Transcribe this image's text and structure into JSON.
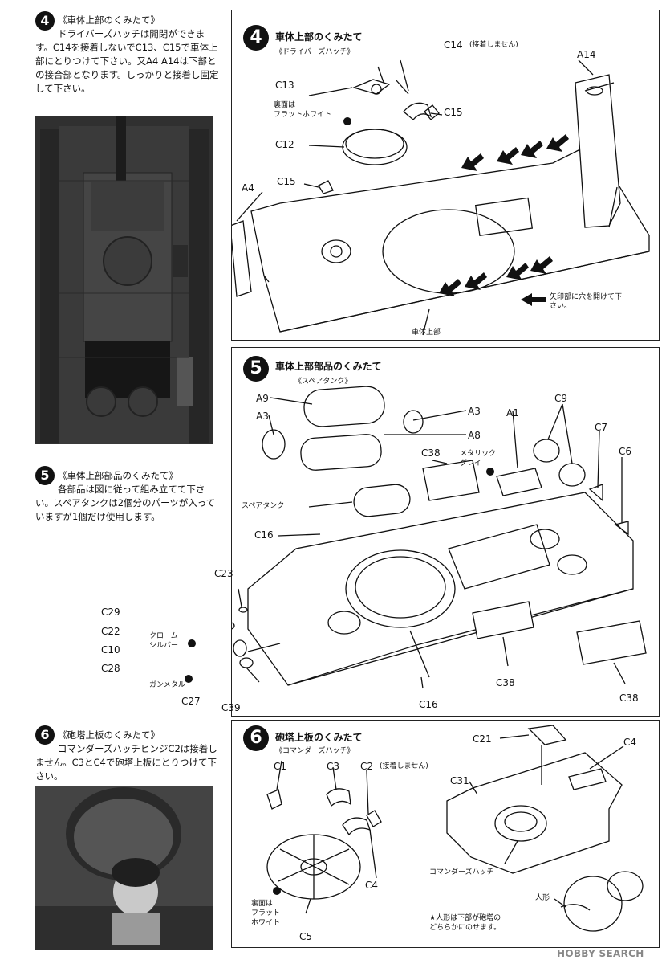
{
  "step4": {
    "num": "4",
    "left_title": "《車体上部のくみたて》",
    "left_text": "ドライバーズハッチは開閉ができます。C14を接着しないでC13、C15で車体上部にとりつけて下さい。又A4 A14は下部との接合部となります。しっかりと接着し固定して下さい。",
    "title": "車体上部のくみたて",
    "sub": "《ドライバーズハッチ》",
    "labels": {
      "c14": "C14",
      "c14_note": "(接着しません)",
      "a14": "A14",
      "c13": "C13",
      "back_note": "裏面は\nフラットホワイト",
      "c15a": "C15",
      "c12": "C12",
      "c15b": "C15",
      "a4": "A4",
      "arrow_note": "矢印部に穴を開けて下さい。",
      "hull_top": "車体上部"
    }
  },
  "step5": {
    "num": "5",
    "left_title": "《車体上部部品のくみたて》",
    "left_text": "各部品は図に従って組み立てて下さい。スペアタンクは2個分のパーツが入っていますが1個だけ使用します。",
    "title": "車体上部部品のくみたて",
    "sub": "《スペアタンク》",
    "labels": {
      "a9": "A9",
      "a3l": "A3",
      "a3r": "A3",
      "a8": "A8",
      "a1": "A1",
      "c9": "C9",
      "c7": "C7",
      "c6": "C6",
      "c38a": "C38",
      "metallic": "メタリック\nグレイ",
      "spare": "スペアタンク",
      "c16a": "C16",
      "c23": "C23",
      "c29": "C29",
      "c22": "C22",
      "chrome": "クローム\nシルバー",
      "c10": "C10",
      "c28": "C28",
      "gunmetal": "ガンメタル",
      "c27": "C27",
      "c39": "C39",
      "c38b": "C38",
      "c16b": "C16",
      "c38c": "C38"
    }
  },
  "step6": {
    "num": "6",
    "left_title": "《砲塔上板のくみたて》",
    "left_text": "コマンダーズハッチヒンジC2は接着しません。C3とC4で砲塔上板にとりつけて下さい。",
    "title": "砲塔上板のくみたて",
    "sub": "《コマンダーズハッチ》",
    "labels": {
      "c1": "C1",
      "c3": "C3",
      "c2": "C2",
      "c2_note": "(接着しません)",
      "c21": "C21",
      "c4a": "C4",
      "c31": "C31",
      "back_note": "裏面は\nフラット\nホワイト",
      "c4b": "C4",
      "c5": "C5",
      "hatch": "コマンダーズハッチ",
      "figure": "人形",
      "figure_note": "★人形は下部が砲塔の\nどちらかにのせます。"
    }
  },
  "watermark": "HOBBY SEARCH"
}
